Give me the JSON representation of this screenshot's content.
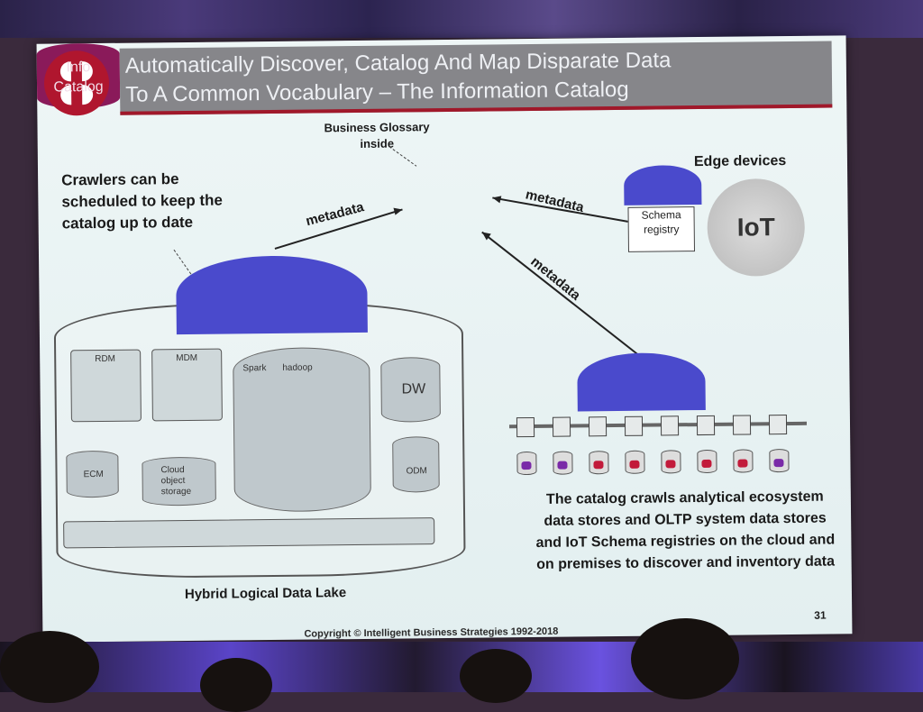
{
  "slide": {
    "title_line1": "Automatically Discover, Catalog And Map Disparate Data",
    "title_line2": "To A Common Vocabulary – The Information Catalog",
    "glossary_line1": "Business Glossary",
    "glossary_line2": "inside",
    "catalog_line1": "Info",
    "catalog_line2": "Catalog",
    "crawlers_line1": "Crawlers can be",
    "crawlers_line2": "scheduled to keep the",
    "crawlers_line3": "catalog up to date",
    "edge_devices": "Edge devices",
    "schema_line1": "Schema",
    "schema_line2": "registry",
    "iot": "IoT",
    "metadata_left": "metadata",
    "metadata_right": "metadata",
    "metadata_diag": "metadata",
    "rdm": "RDM",
    "mdm": "MDM",
    "dw": "DW",
    "cloud_line1": "Cloud",
    "cloud_line2": "object",
    "cloud_line3": "storage",
    "spark": "Spark",
    "hadoop": "hadoop",
    "ecm": "ECM",
    "odm": "ODM",
    "desc_line1": "The catalog crawls analytical ecosystem",
    "desc_line2": "data stores and OLTP system data stores",
    "desc_line3": "and IoT Schema registries on the cloud and",
    "desc_line4": "on premises to discover and inventory data",
    "hybrid_lake": "Hybrid Logical Data Lake",
    "page_number": "31",
    "copyright": "Copyright © Intelligent Business Strategies 1992-2018"
  },
  "colors": {
    "title_bg": "#86868a",
    "accent_red": "#a0182a",
    "catalog": "#8a1a5a",
    "dome": "#4a4acc"
  }
}
